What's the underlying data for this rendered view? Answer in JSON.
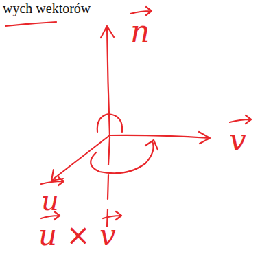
{
  "diagram": {
    "labels": [
      "wych wektorów",
      "n",
      "v",
      "u",
      "u × v"
    ]
  }
}
